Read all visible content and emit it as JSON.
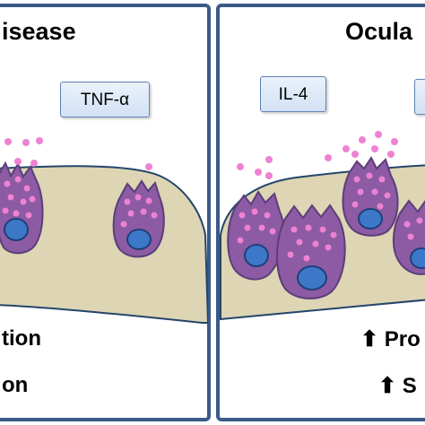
{
  "colors": {
    "panel_border": "#3a5a86",
    "tissue_fill": "#ddd5b3",
    "tissue_stroke": "#24456c",
    "cell_fill": "#8c5ba3",
    "cell_stroke": "#5b3e7a",
    "granule": "#ee82d2",
    "nucleus_fill": "#3d78c8",
    "nucleus_stroke": "#1f3f78",
    "cytokine_box_fill": "#dce8f7",
    "cytokine_box_border": "#5f82b4"
  },
  "icons": {
    "effect_arrow": "up-arrow"
  },
  "left_panel": {
    "title": "isease",
    "cytokine": "TNF-α",
    "effects": [
      "tion",
      "on"
    ]
  },
  "right_panel": {
    "title": "Ocula",
    "cytokine": "IL-4",
    "effects": [
      {
        "arrow": "⬆",
        "text": "Pro"
      },
      {
        "arrow": "⬆",
        "text": "S"
      }
    ]
  }
}
